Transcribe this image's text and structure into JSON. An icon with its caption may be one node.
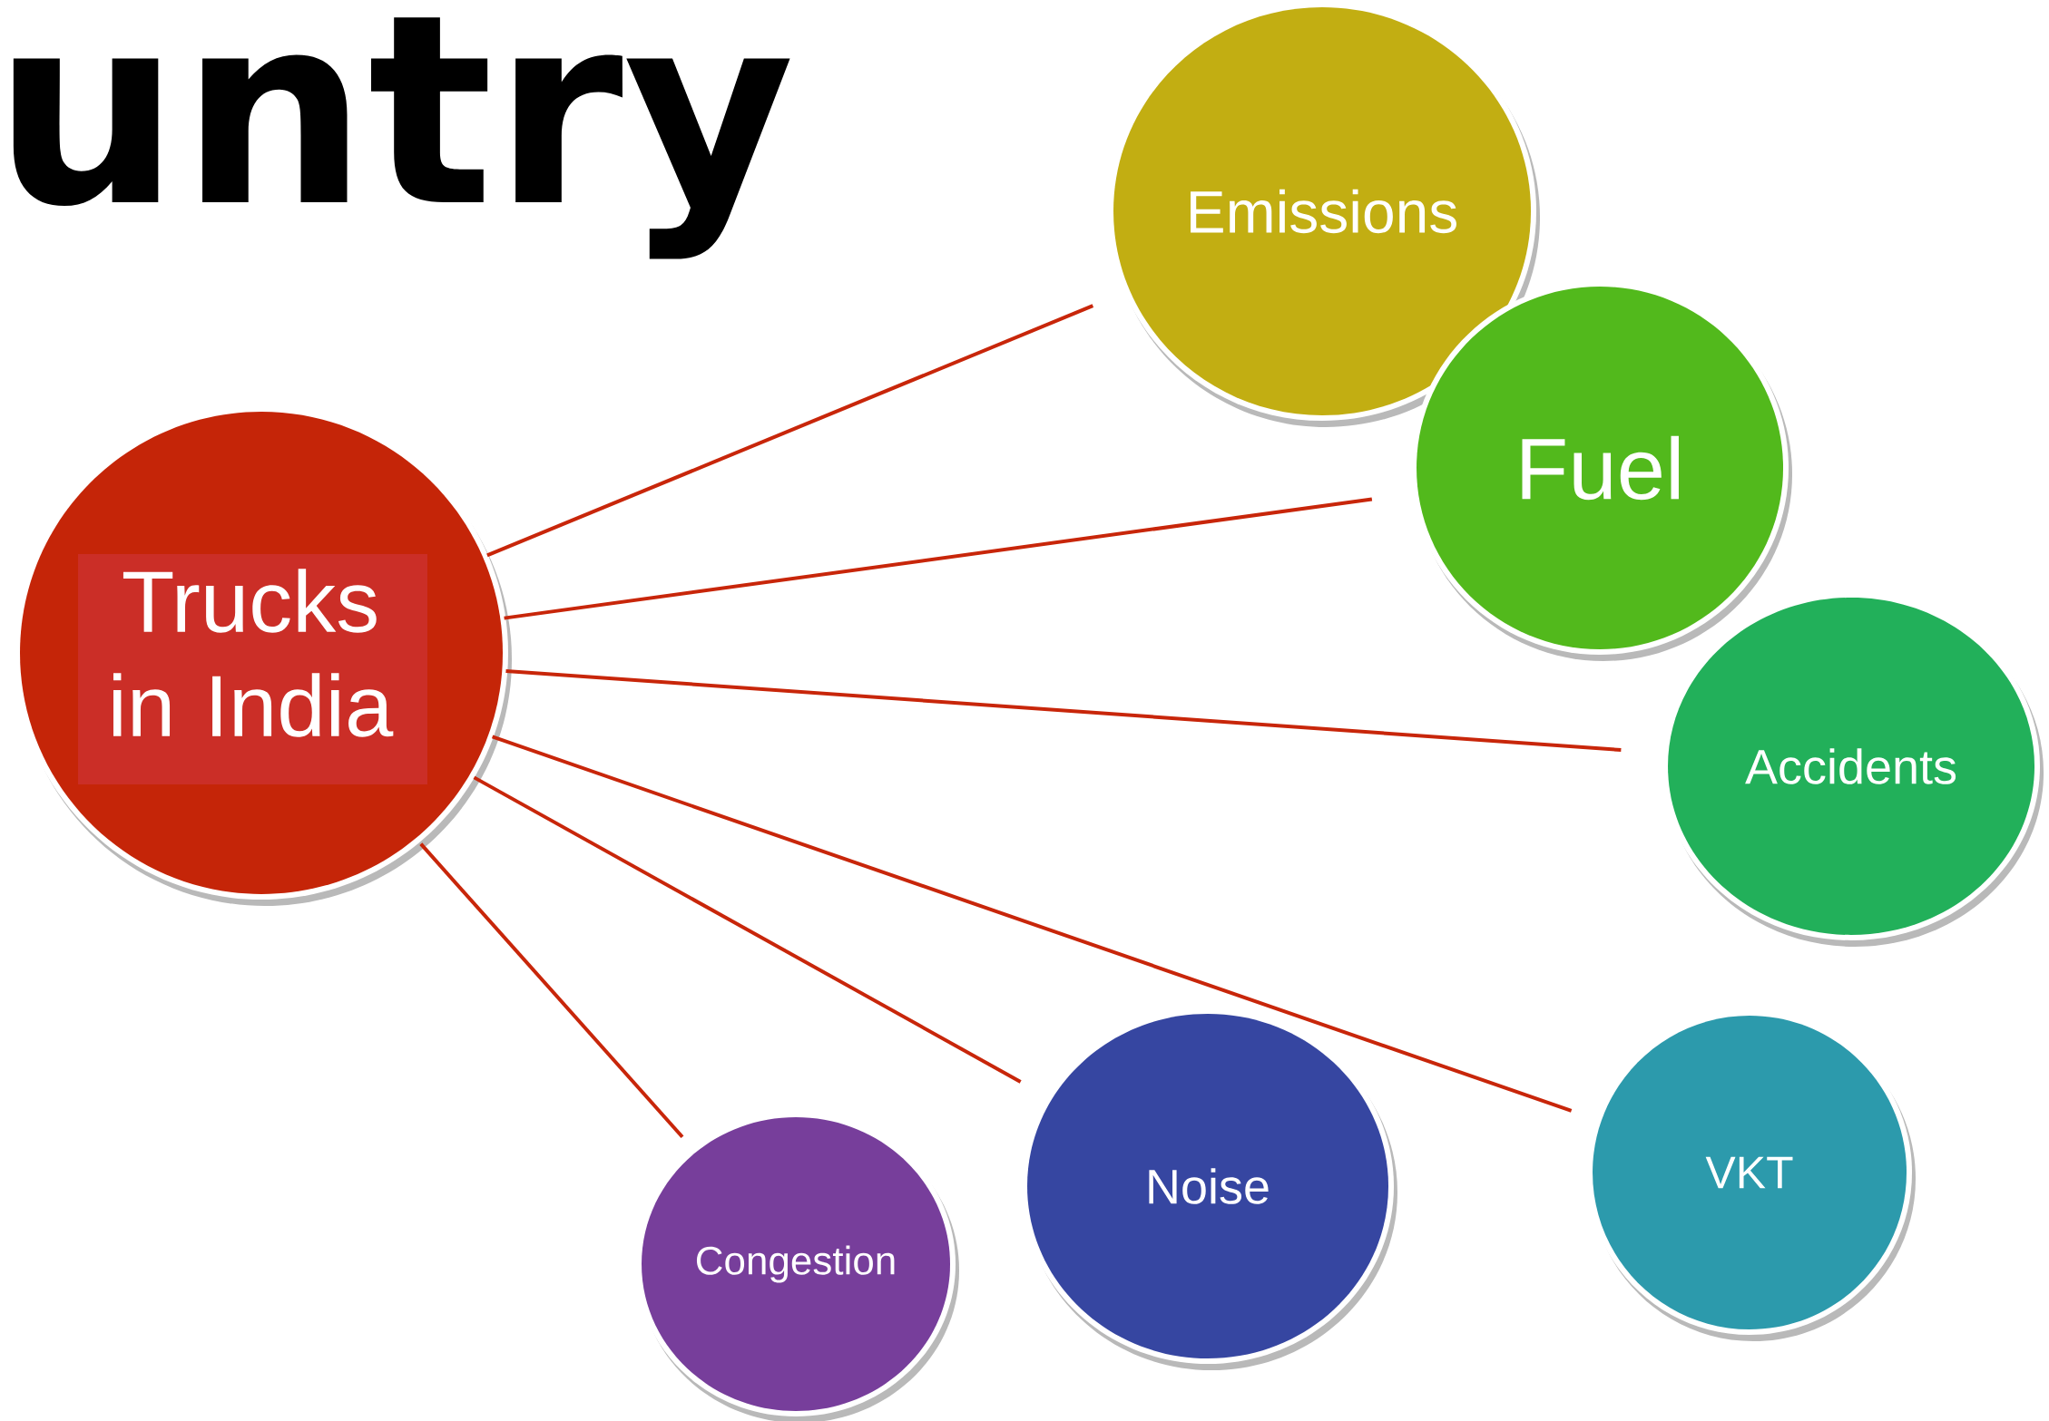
{
  "diagram": {
    "title": "untry",
    "nodes": [
      {
        "text": [
          "Trucks in India"
        ]
      },
      {
        "text": [
          "Emissions"
        ]
      },
      {
        "text": [
          "Fuel"
        ]
      },
      {
        "text": [
          "Accidents"
        ]
      },
      {
        "text": [
          "VKT"
        ]
      },
      {
        "text": [
          "Noise"
        ]
      },
      {
        "text": [
          "Congestion"
        ]
      }
    ],
    "edges": [
      {
        "from": 0,
        "to": 1,
        "arrow": "none"
      },
      {
        "from": 0,
        "to": 2,
        "arrow": "none"
      },
      {
        "from": 0,
        "to": 3,
        "arrow": "none"
      },
      {
        "from": 0,
        "to": 4,
        "arrow": "none"
      },
      {
        "from": 0,
        "to": 5,
        "arrow": "none"
      },
      {
        "from": 0,
        "to": 6,
        "arrow": "none"
      }
    ]
  }
}
